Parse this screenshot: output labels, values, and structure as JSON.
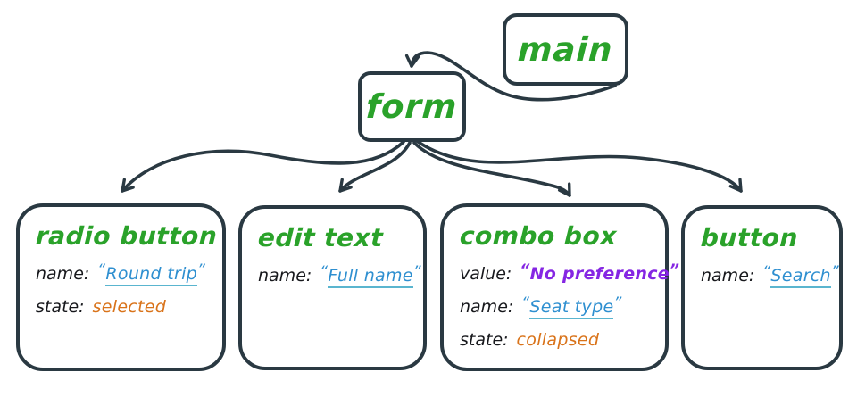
{
  "canvas": {
    "background": "#ffffff"
  },
  "colors": {
    "ink": "#2a3942",
    "role_green": "#2aa22a",
    "name_blue": "#2e8fd0",
    "underline_teal": "#5ab5cf",
    "value_purple": "#8526e3",
    "state_orange": "#d9731a",
    "label_black": "#17181c"
  },
  "punctuation": {
    "quote_open": "“",
    "quote_close": "”"
  },
  "nodes": {
    "main": {
      "role": "main"
    },
    "form": {
      "role": "form"
    },
    "children": [
      {
        "id": "radio-button",
        "role": "radio button",
        "rows": [
          {
            "label": "name:",
            "value": "Round trip",
            "style": "name"
          },
          {
            "label": "state:",
            "value": "selected",
            "style": "state"
          }
        ]
      },
      {
        "id": "edit-text",
        "role": "edit text",
        "rows": [
          {
            "label": "name:",
            "value": "Full name",
            "style": "name"
          }
        ]
      },
      {
        "id": "combo-box",
        "role": "combo box",
        "rows": [
          {
            "label": "value:",
            "value": "No preference",
            "style": "value"
          },
          {
            "label": "name:",
            "value": "Seat type",
            "style": "name"
          },
          {
            "label": "state:",
            "value": "collapsed",
            "style": "state"
          }
        ]
      },
      {
        "id": "button",
        "role": "button",
        "rows": [
          {
            "label": "name:",
            "value": "Search",
            "style": "name"
          }
        ]
      }
    ]
  },
  "edges": [
    {
      "from": "main",
      "to": "form"
    },
    {
      "from": "form",
      "to": "radio button"
    },
    {
      "from": "form",
      "to": "edit text"
    },
    {
      "from": "form",
      "to": "combo box"
    },
    {
      "from": "form",
      "to": "button"
    }
  ]
}
